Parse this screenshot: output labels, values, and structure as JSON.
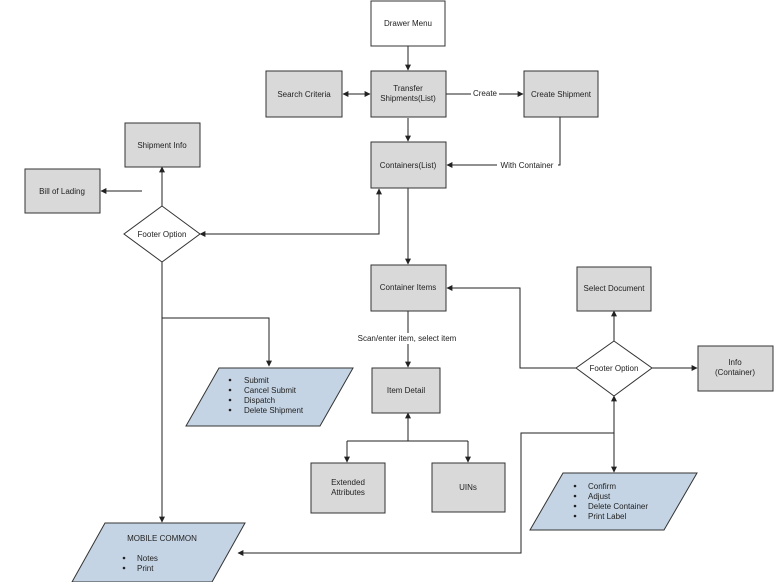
{
  "colors": {
    "box_fill": "#d9d9d9",
    "top_box_fill": "#ffffff",
    "parallelogram_fill": "#c5d4e4",
    "line": "#222222"
  },
  "nodes": {
    "drawer_menu": "Drawer Menu",
    "transfer_shipments": [
      "Transfer",
      "Shipments(List)"
    ],
    "search_criteria": "Search Criteria",
    "create_shipment": "Create Shipment",
    "containers_list": "Containers(List)",
    "shipment_info": "Shipment Info",
    "bill_of_lading": "Bill of Lading",
    "footer_option_left": "Footer Option",
    "container_items": "Container Items",
    "item_detail": "Item Detail",
    "extended_attributes": [
      "Extended",
      "Attributes"
    ],
    "uins": "UINs",
    "select_document": "Select Document",
    "footer_option_right": "Footer Option",
    "info_container": [
      "Info",
      "(Container)"
    ],
    "shipment_actions": [
      "Submit",
      "Cancel Submit",
      "Dispatch",
      "Delete Shipment"
    ],
    "container_actions": [
      "Confirm",
      "Adjust",
      "Delete Container",
      "Print Label"
    ],
    "mobile_common_title": "MOBILE COMMON",
    "mobile_common_items": [
      "Notes",
      "Print"
    ]
  },
  "edge_labels": {
    "create": "Create",
    "with_container": "With Container",
    "scan_enter_item": "Scan/enter item, select item"
  }
}
